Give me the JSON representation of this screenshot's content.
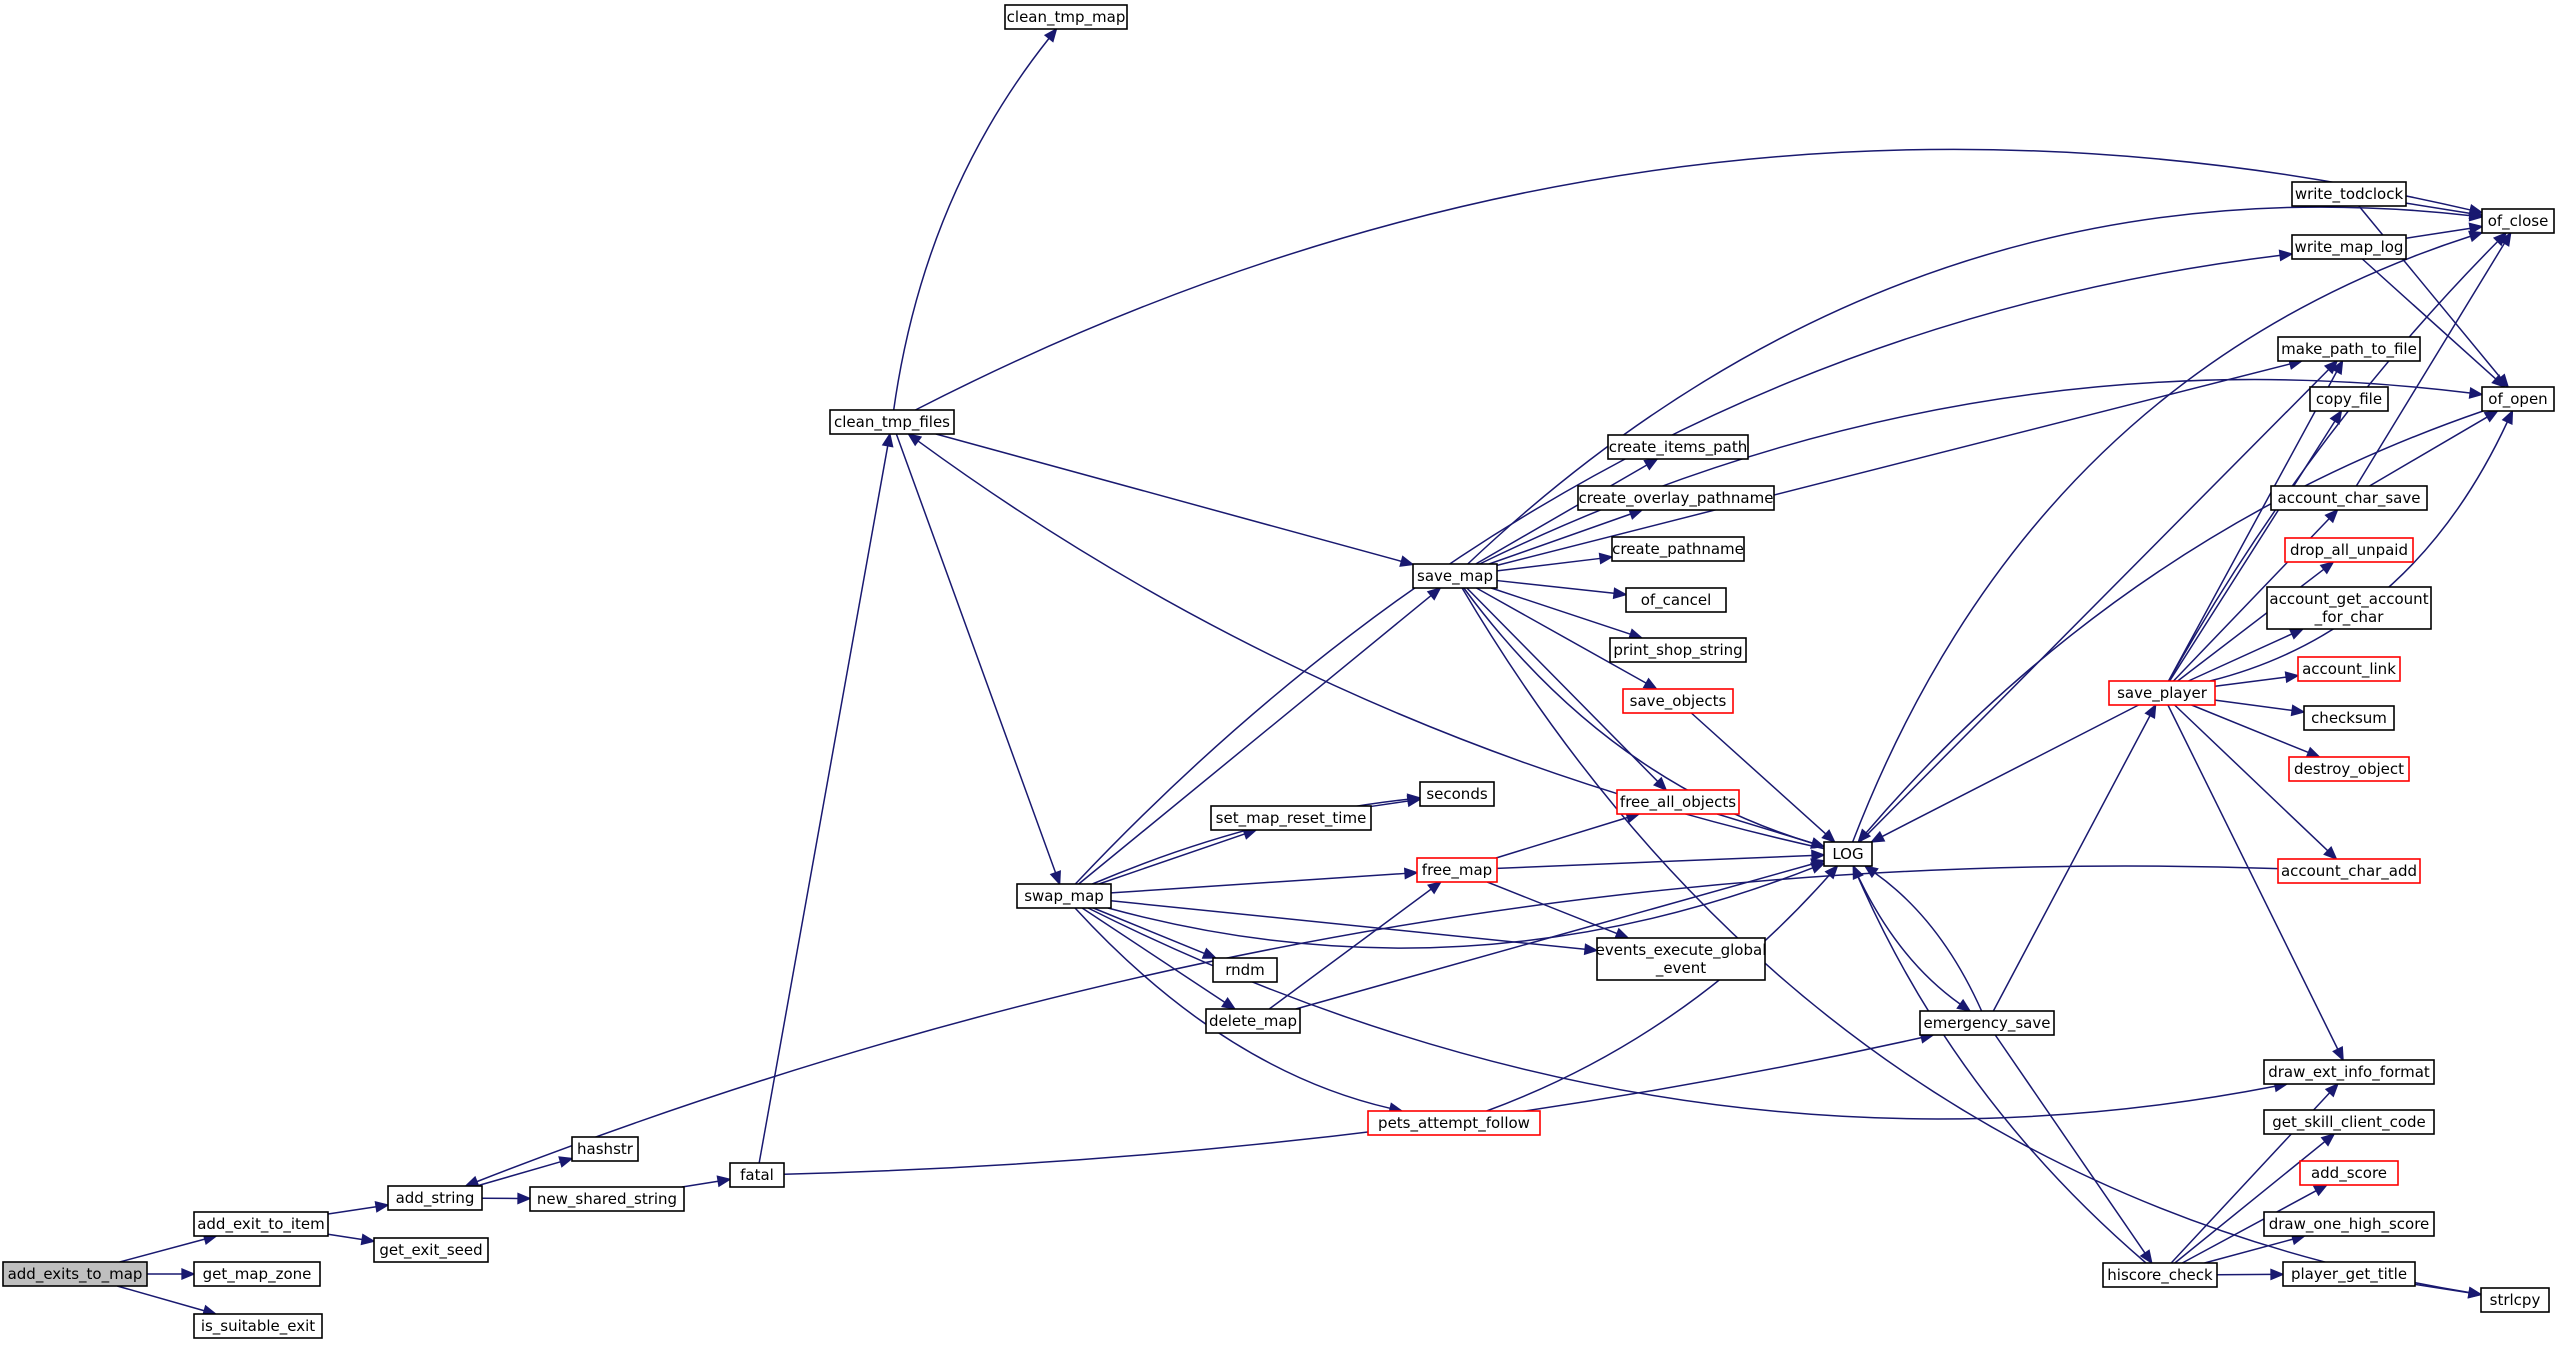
{
  "nodes": {
    "add_exits_to_map": {
      "label": "add_exits_to_map",
      "root": true
    },
    "add_exit_to_item": {
      "label": "add_exit_to_item"
    },
    "get_map_zone": {
      "label": "get_map_zone"
    },
    "is_suitable_exit": {
      "label": "is_suitable_exit"
    },
    "add_string": {
      "label": "add_string"
    },
    "get_exit_seed": {
      "label": "get_exit_seed"
    },
    "hashstr": {
      "label": "hashstr"
    },
    "new_shared_string": {
      "label": "new_shared_string"
    },
    "fatal": {
      "label": "fatal"
    },
    "clean_tmp_files": {
      "label": "clean_tmp_files"
    },
    "clean_tmp_map": {
      "label": "clean_tmp_map"
    },
    "swap_map": {
      "label": "swap_map"
    },
    "save_map": {
      "label": "save_map"
    },
    "create_items_path": {
      "label": "create_items_path"
    },
    "create_overlay_pathname": {
      "label": "create_overlay_pathname"
    },
    "create_pathname": {
      "label": "create_pathname"
    },
    "of_cancel": {
      "label": "of_cancel"
    },
    "print_shop_string": {
      "label": "print_shop_string"
    },
    "save_objects": {
      "label": "save_objects",
      "red": true
    },
    "free_all_objects": {
      "label": "free_all_objects",
      "red": true
    },
    "seconds": {
      "label": "seconds"
    },
    "set_map_reset_time": {
      "label": "set_map_reset_time"
    },
    "free_map": {
      "label": "free_map",
      "red": true
    },
    "rndm": {
      "label": "rndm"
    },
    "delete_map": {
      "label": "delete_map"
    },
    "pets_attempt_follow": {
      "label": "pets_attempt_follow",
      "red": true
    },
    "events_execute_global_event": {
      "label": "events_execute_global\n_event"
    },
    "LOG": {
      "label": "LOG"
    },
    "emergency_save": {
      "label": "emergency_save"
    },
    "hiscore_check": {
      "label": "hiscore_check"
    },
    "save_player": {
      "label": "save_player",
      "red": true
    },
    "write_todclock": {
      "label": "write_todclock"
    },
    "write_map_log": {
      "label": "write_map_log"
    },
    "make_path_to_file": {
      "label": "make_path_to_file"
    },
    "copy_file": {
      "label": "copy_file"
    },
    "account_char_save": {
      "label": "account_char_save"
    },
    "drop_all_unpaid": {
      "label": "drop_all_unpaid",
      "red": true
    },
    "account_get_account_for_char": {
      "label": "account_get_account\n_for_char"
    },
    "account_link": {
      "label": "account_link",
      "red": true
    },
    "checksum": {
      "label": "checksum"
    },
    "destroy_object": {
      "label": "destroy_object",
      "red": true
    },
    "account_char_add": {
      "label": "account_char_add",
      "red": true
    },
    "draw_ext_info_format": {
      "label": "draw_ext_info_format"
    },
    "get_skill_client_code": {
      "label": "get_skill_client_code"
    },
    "add_score": {
      "label": "add_score",
      "red": true
    },
    "draw_one_high_score": {
      "label": "draw_one_high_score"
    },
    "player_get_title": {
      "label": "player_get_title"
    },
    "strlcpy": {
      "label": "strlcpy"
    },
    "of_close": {
      "label": "of_close"
    },
    "of_open": {
      "label": "of_open"
    }
  },
  "edges": [
    [
      "add_exits_to_map",
      "add_exit_to_item"
    ],
    [
      "add_exits_to_map",
      "get_map_zone"
    ],
    [
      "add_exits_to_map",
      "is_suitable_exit"
    ],
    [
      "add_exit_to_item",
      "add_string"
    ],
    [
      "add_exit_to_item",
      "get_exit_seed"
    ],
    [
      "add_string",
      "hashstr"
    ],
    [
      "add_string",
      "new_shared_string"
    ],
    [
      "new_shared_string",
      "fatal"
    ],
    [
      "fatal",
      "clean_tmp_files"
    ],
    [
      "fatal",
      "emergency_save"
    ],
    [
      "clean_tmp_files",
      "clean_tmp_map"
    ],
    [
      "clean_tmp_files",
      "of_close"
    ],
    [
      "clean_tmp_files",
      "save_map"
    ],
    [
      "clean_tmp_files",
      "swap_map"
    ],
    [
      "save_map",
      "create_items_path"
    ],
    [
      "save_map",
      "create_overlay_pathname"
    ],
    [
      "save_map",
      "create_pathname"
    ],
    [
      "save_map",
      "of_cancel"
    ],
    [
      "save_map",
      "print_shop_string"
    ],
    [
      "save_map",
      "save_objects"
    ],
    [
      "save_map",
      "free_all_objects"
    ],
    [
      "save_map",
      "LOG"
    ],
    [
      "save_map",
      "make_path_to_file"
    ],
    [
      "save_map",
      "of_open"
    ],
    [
      "save_map",
      "of_close"
    ],
    [
      "save_map",
      "strlcpy"
    ],
    [
      "swap_map",
      "save_map"
    ],
    [
      "swap_map",
      "seconds"
    ],
    [
      "swap_map",
      "set_map_reset_time"
    ],
    [
      "swap_map",
      "free_map"
    ],
    [
      "swap_map",
      "rndm"
    ],
    [
      "swap_map",
      "delete_map"
    ],
    [
      "swap_map",
      "pets_attempt_follow"
    ],
    [
      "swap_map",
      "events_execute_global_event"
    ],
    [
      "swap_map",
      "LOG"
    ],
    [
      "swap_map",
      "write_map_log"
    ],
    [
      "swap_map",
      "draw_ext_info_format"
    ],
    [
      "set_map_reset_time",
      "seconds"
    ],
    [
      "free_map",
      "free_all_objects"
    ],
    [
      "free_map",
      "events_execute_global_event"
    ],
    [
      "free_map",
      "LOG"
    ],
    [
      "delete_map",
      "free_map"
    ],
    [
      "delete_map",
      "LOG"
    ],
    [
      "pets_attempt_follow",
      "LOG"
    ],
    [
      "save_objects",
      "LOG"
    ],
    [
      "free_all_objects",
      "LOG"
    ],
    [
      "LOG",
      "clean_tmp_files"
    ],
    [
      "LOG",
      "emergency_save"
    ],
    [
      "LOG",
      "make_path_to_file"
    ],
    [
      "LOG",
      "of_close"
    ],
    [
      "emergency_save",
      "LOG"
    ],
    [
      "emergency_save",
      "save_player"
    ],
    [
      "emergency_save",
      "hiscore_check"
    ],
    [
      "hiscore_check",
      "LOG"
    ],
    [
      "hiscore_check",
      "draw_ext_info_format"
    ],
    [
      "hiscore_check",
      "get_skill_client_code"
    ],
    [
      "hiscore_check",
      "add_score"
    ],
    [
      "hiscore_check",
      "draw_one_high_score"
    ],
    [
      "hiscore_check",
      "player_get_title"
    ],
    [
      "save_player",
      "LOG"
    ],
    [
      "save_player",
      "make_path_to_file"
    ],
    [
      "save_player",
      "copy_file"
    ],
    [
      "save_player",
      "account_char_save"
    ],
    [
      "save_player",
      "drop_all_unpaid"
    ],
    [
      "save_player",
      "account_get_account_for_char"
    ],
    [
      "save_player",
      "account_link"
    ],
    [
      "save_player",
      "checksum"
    ],
    [
      "save_player",
      "destroy_object"
    ],
    [
      "save_player",
      "account_char_add"
    ],
    [
      "save_player",
      "draw_ext_info_format"
    ],
    [
      "save_player",
      "of_open"
    ],
    [
      "save_player",
      "of_close"
    ],
    [
      "account_char_save",
      "of_close"
    ],
    [
      "account_char_save",
      "of_open"
    ],
    [
      "account_char_add",
      "add_string"
    ],
    [
      "write_todclock",
      "of_close"
    ],
    [
      "write_todclock",
      "of_open"
    ],
    [
      "write_map_log",
      "of_close"
    ],
    [
      "write_map_log",
      "of_open"
    ],
    [
      "player_get_title",
      "strlcpy"
    ],
    [
      "of_open",
      "LOG"
    ]
  ]
}
